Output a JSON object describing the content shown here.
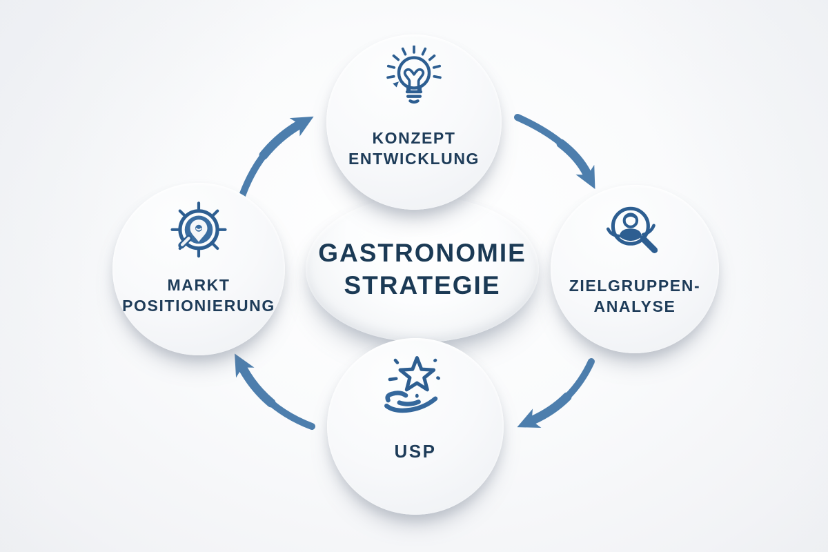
{
  "diagram": {
    "type": "cycle",
    "center": {
      "line1": "GASTRONOMIE",
      "line2": "STRATEGIE"
    },
    "nodes": [
      {
        "id": "konzept-entwicklung",
        "position": "top",
        "icon": "lightbulb-idea-icon",
        "label_line1": "KONZEPT",
        "label_line2": "ENTWICKLUNG"
      },
      {
        "id": "zielgruppen-analyse",
        "position": "right",
        "icon": "magnifier-person-icon",
        "label_line1": "ZIELGRUPPEN-",
        "label_line2": "ANALYSE"
      },
      {
        "id": "usp",
        "position": "bottom",
        "icon": "hand-presenting-star-icon",
        "label_line1": "USP",
        "label_line2": ""
      },
      {
        "id": "markt-positionierung",
        "position": "left",
        "icon": "compass-location-pin-icon",
        "label_line1": "MARKT",
        "label_line2": "POSITIONIERUNG"
      }
    ],
    "arrows": [
      {
        "from": "markt-positionierung",
        "to": "konzept-entwicklung",
        "direction": "clockwise"
      },
      {
        "from": "konzept-entwicklung",
        "to": "zielgruppen-analyse",
        "direction": "clockwise"
      },
      {
        "from": "zielgruppen-analyse",
        "to": "usp",
        "direction": "clockwise"
      },
      {
        "from": "usp",
        "to": "markt-positionierung",
        "direction": "clockwise"
      }
    ],
    "colors": {
      "arrow": "#4d7ead",
      "icon_stroke": "#2d5e91",
      "icon_fill": "#35689c",
      "pin_disc": "#3a6da1",
      "label_text": "#1e3c59",
      "center_text": "#1b3a55",
      "circle_background": "#f6f7f9",
      "page_background": "#f2f3f6"
    }
  }
}
